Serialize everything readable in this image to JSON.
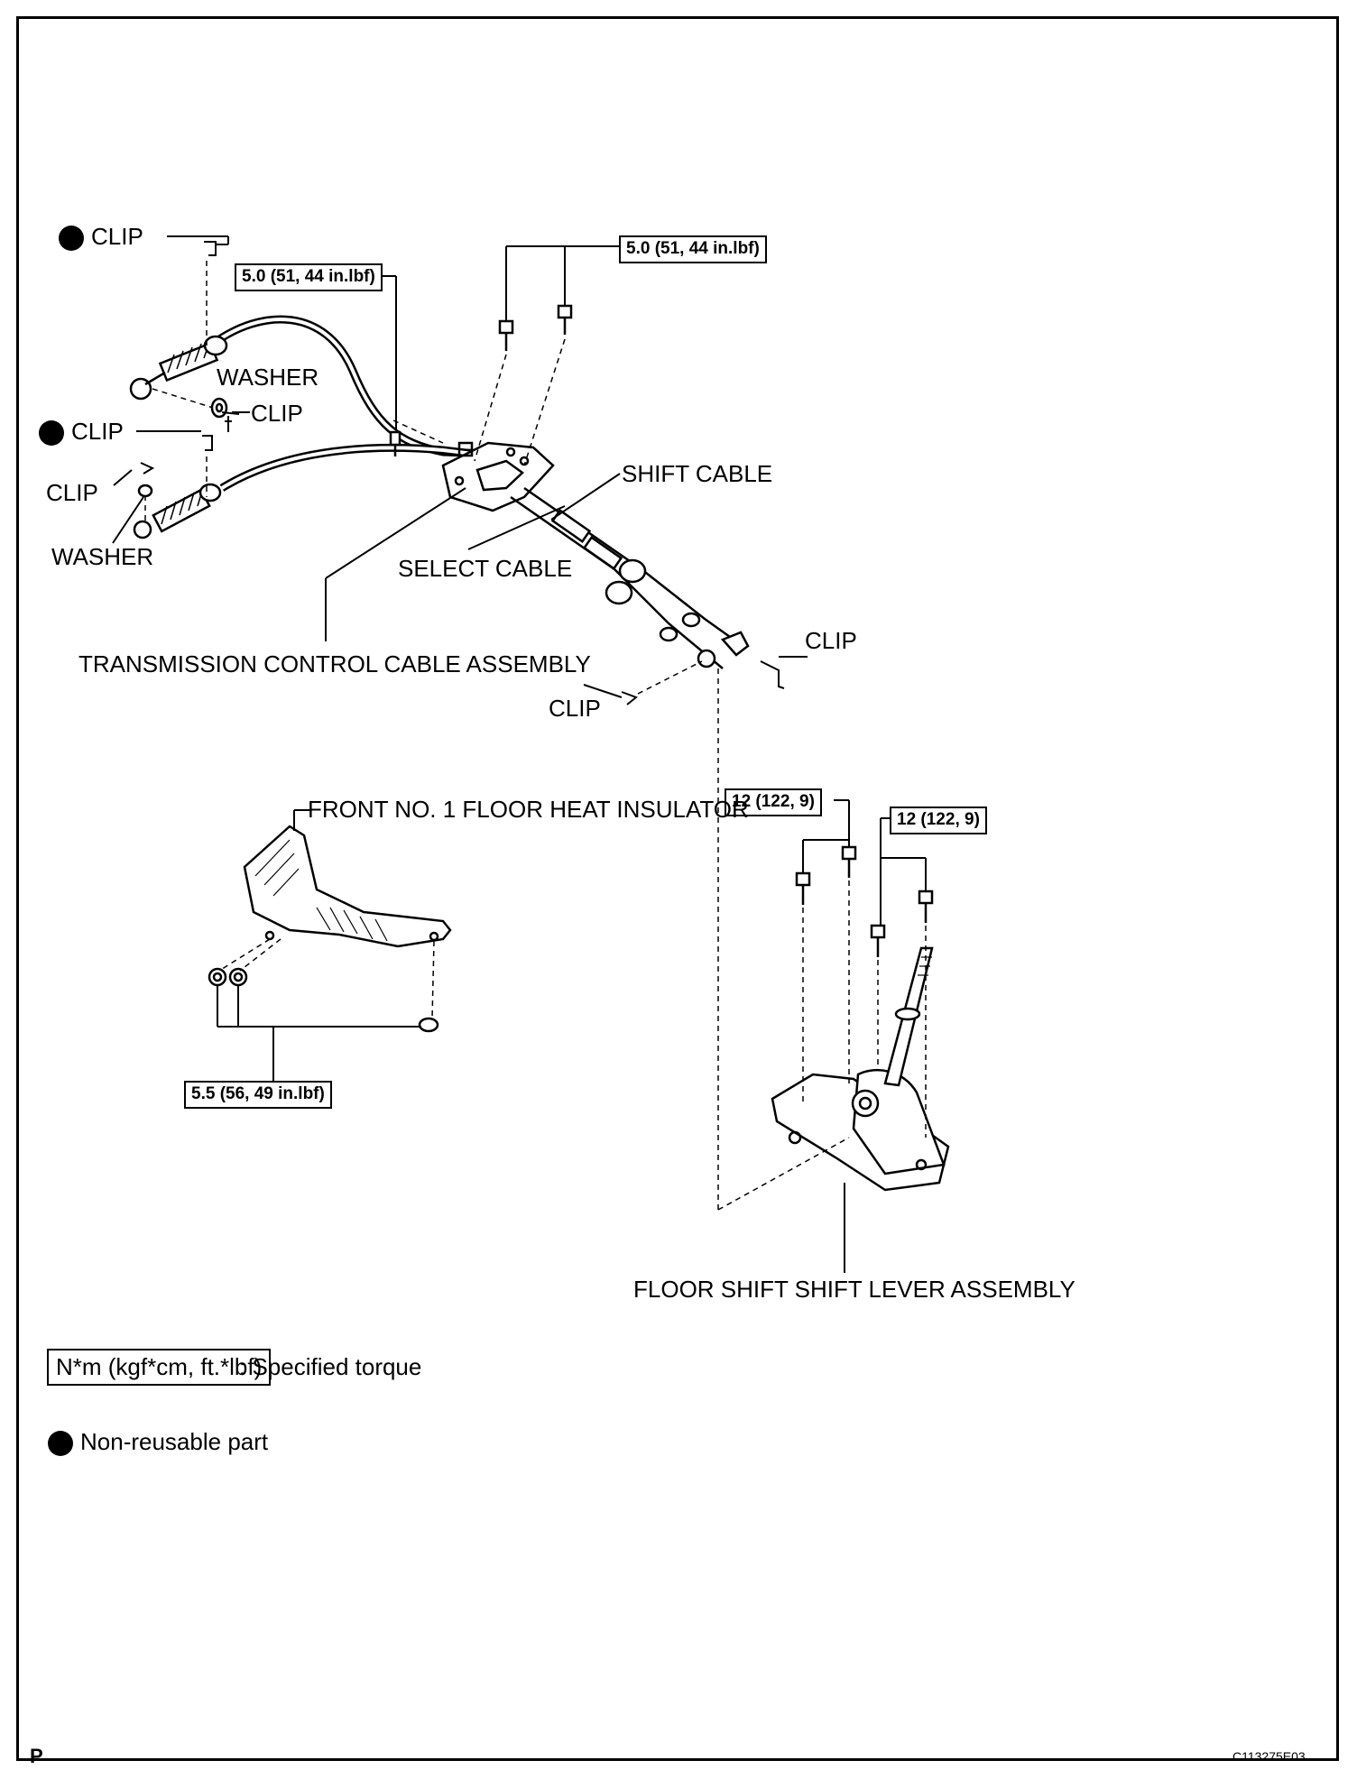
{
  "labels": {
    "clip_top_left": "CLIP",
    "washer_top": "WASHER",
    "clip_washer_top": "CLIP",
    "clip_mid_left": "CLIP",
    "clip_lower_left": "CLIP",
    "washer_lower": "WASHER",
    "shift_cable": "SHIFT CABLE",
    "select_cable": "SELECT CABLE",
    "transmission_cable_assembly": "TRANSMISSION CONTROL CABLE ASSEMBLY",
    "clip_right": "CLIP",
    "clip_bottom_center": "CLIP",
    "front_floor_heat_insulator": "FRONT NO. 1 FLOOR HEAT INSULATOR",
    "floor_shift_lever_assembly": "FLOOR SHIFT SHIFT LEVER ASSEMBLY"
  },
  "torques": {
    "cable_bracket_left": "5.0 (51, 44 in.lbf)",
    "cable_bracket_right": "5.0 (51, 44 in.lbf)",
    "shift_lever_left": "12 (122, 9)",
    "shift_lever_right": "12 (122, 9)",
    "heat_insulator": "5.5 (56, 49 in.lbf)"
  },
  "legend": {
    "torque_unit": "N*m (kgf*cm, ft.*lbf)",
    "torque_text": ": Specified torque",
    "nonreusable_text": "Non-reusable part"
  },
  "footer": {
    "left_mark": "P",
    "figure_code": "C113275E03"
  },
  "colors": {
    "ink": "#000000",
    "paper": "#ffffff"
  }
}
